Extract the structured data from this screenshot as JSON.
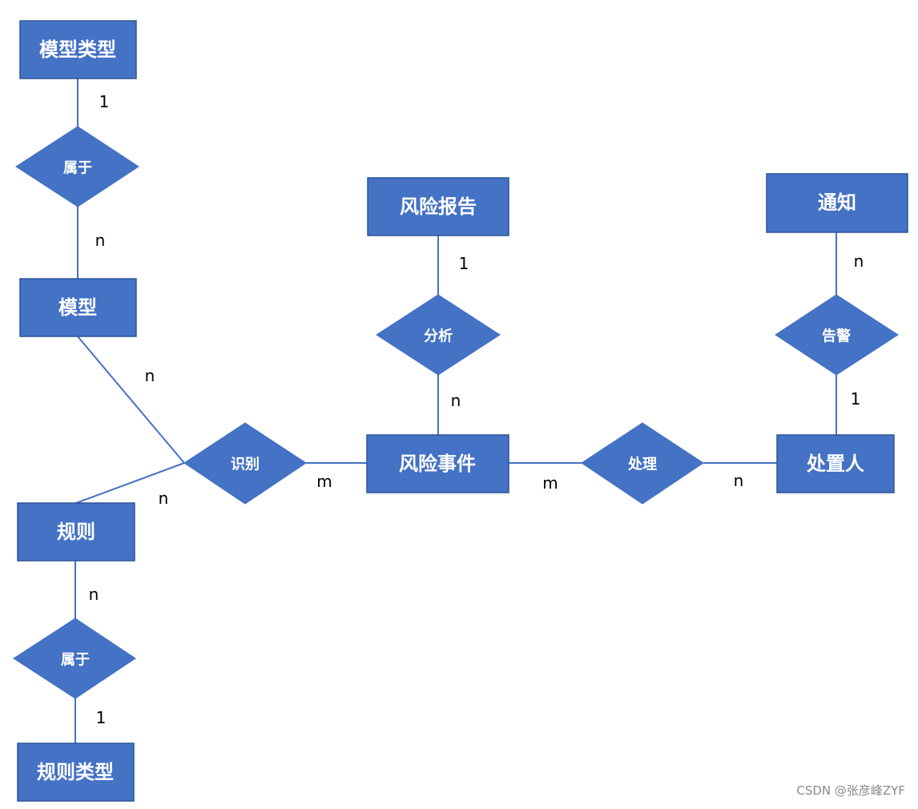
{
  "entities": {
    "model_type": "模型类型",
    "model": "模型",
    "rule": "规则",
    "rule_type": "规则类型",
    "risk_report": "风险报告",
    "risk_event": "风险事件",
    "notice": "通知",
    "handler": "处置人"
  },
  "relations": {
    "belongs_to_top": "属于",
    "belongs_to_bottom": "属于",
    "identify": "识别",
    "analyze": "分析",
    "handle": "处理",
    "alert": "告警"
  },
  "cardinalities": {
    "model_type_side": "1",
    "model_side_belongs": "n",
    "model_side_identify": "n",
    "rule_side_identify": "n",
    "rule_side_belongs": "n",
    "rule_type_side": "1",
    "event_side_identify": "m",
    "report_side": "1",
    "event_side_analyze": "n",
    "event_side_handle": "m",
    "handler_side_handle": "n",
    "notice_side": "n",
    "handler_side_alert": "1"
  },
  "watermark": "CSDN @张彦峰ZYF",
  "colors": {
    "shape_fill": "#4472C4",
    "shape_border": "#2F5597",
    "line": "#4472C4",
    "label_text": "#000000",
    "shape_text": "#ffffff"
  }
}
